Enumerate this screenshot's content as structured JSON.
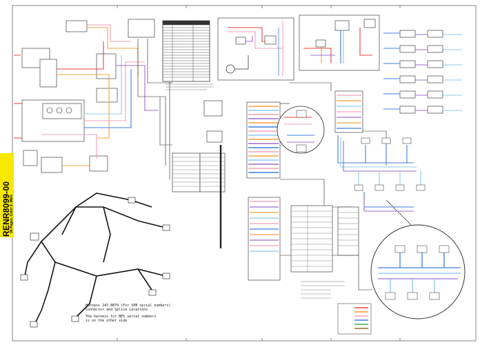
{
  "document": {
    "id": "RENR8099-00",
    "subtitle": "36 Pages, Color 2, MEG"
  },
  "harness_note": {
    "line1": "Harness 247-8879 (For SPB serial numbers)",
    "line2": "Connector and Splice Locations",
    "line3": "The harness for BES serial numbers",
    "line4": "is on the other side"
  },
  "colors": {
    "banner": "#f7e800",
    "wire_red": "#e8403c",
    "wire_pink": "#f0a0b8",
    "wire_orange": "#f5a040",
    "wire_blue": "#3c7ee0",
    "wire_lightblue": "#8cc8f0",
    "wire_purple": "#9a6cd0",
    "wire_green": "#3caa5a",
    "wire_brown": "#9a6a3a",
    "line": "#222222"
  }
}
